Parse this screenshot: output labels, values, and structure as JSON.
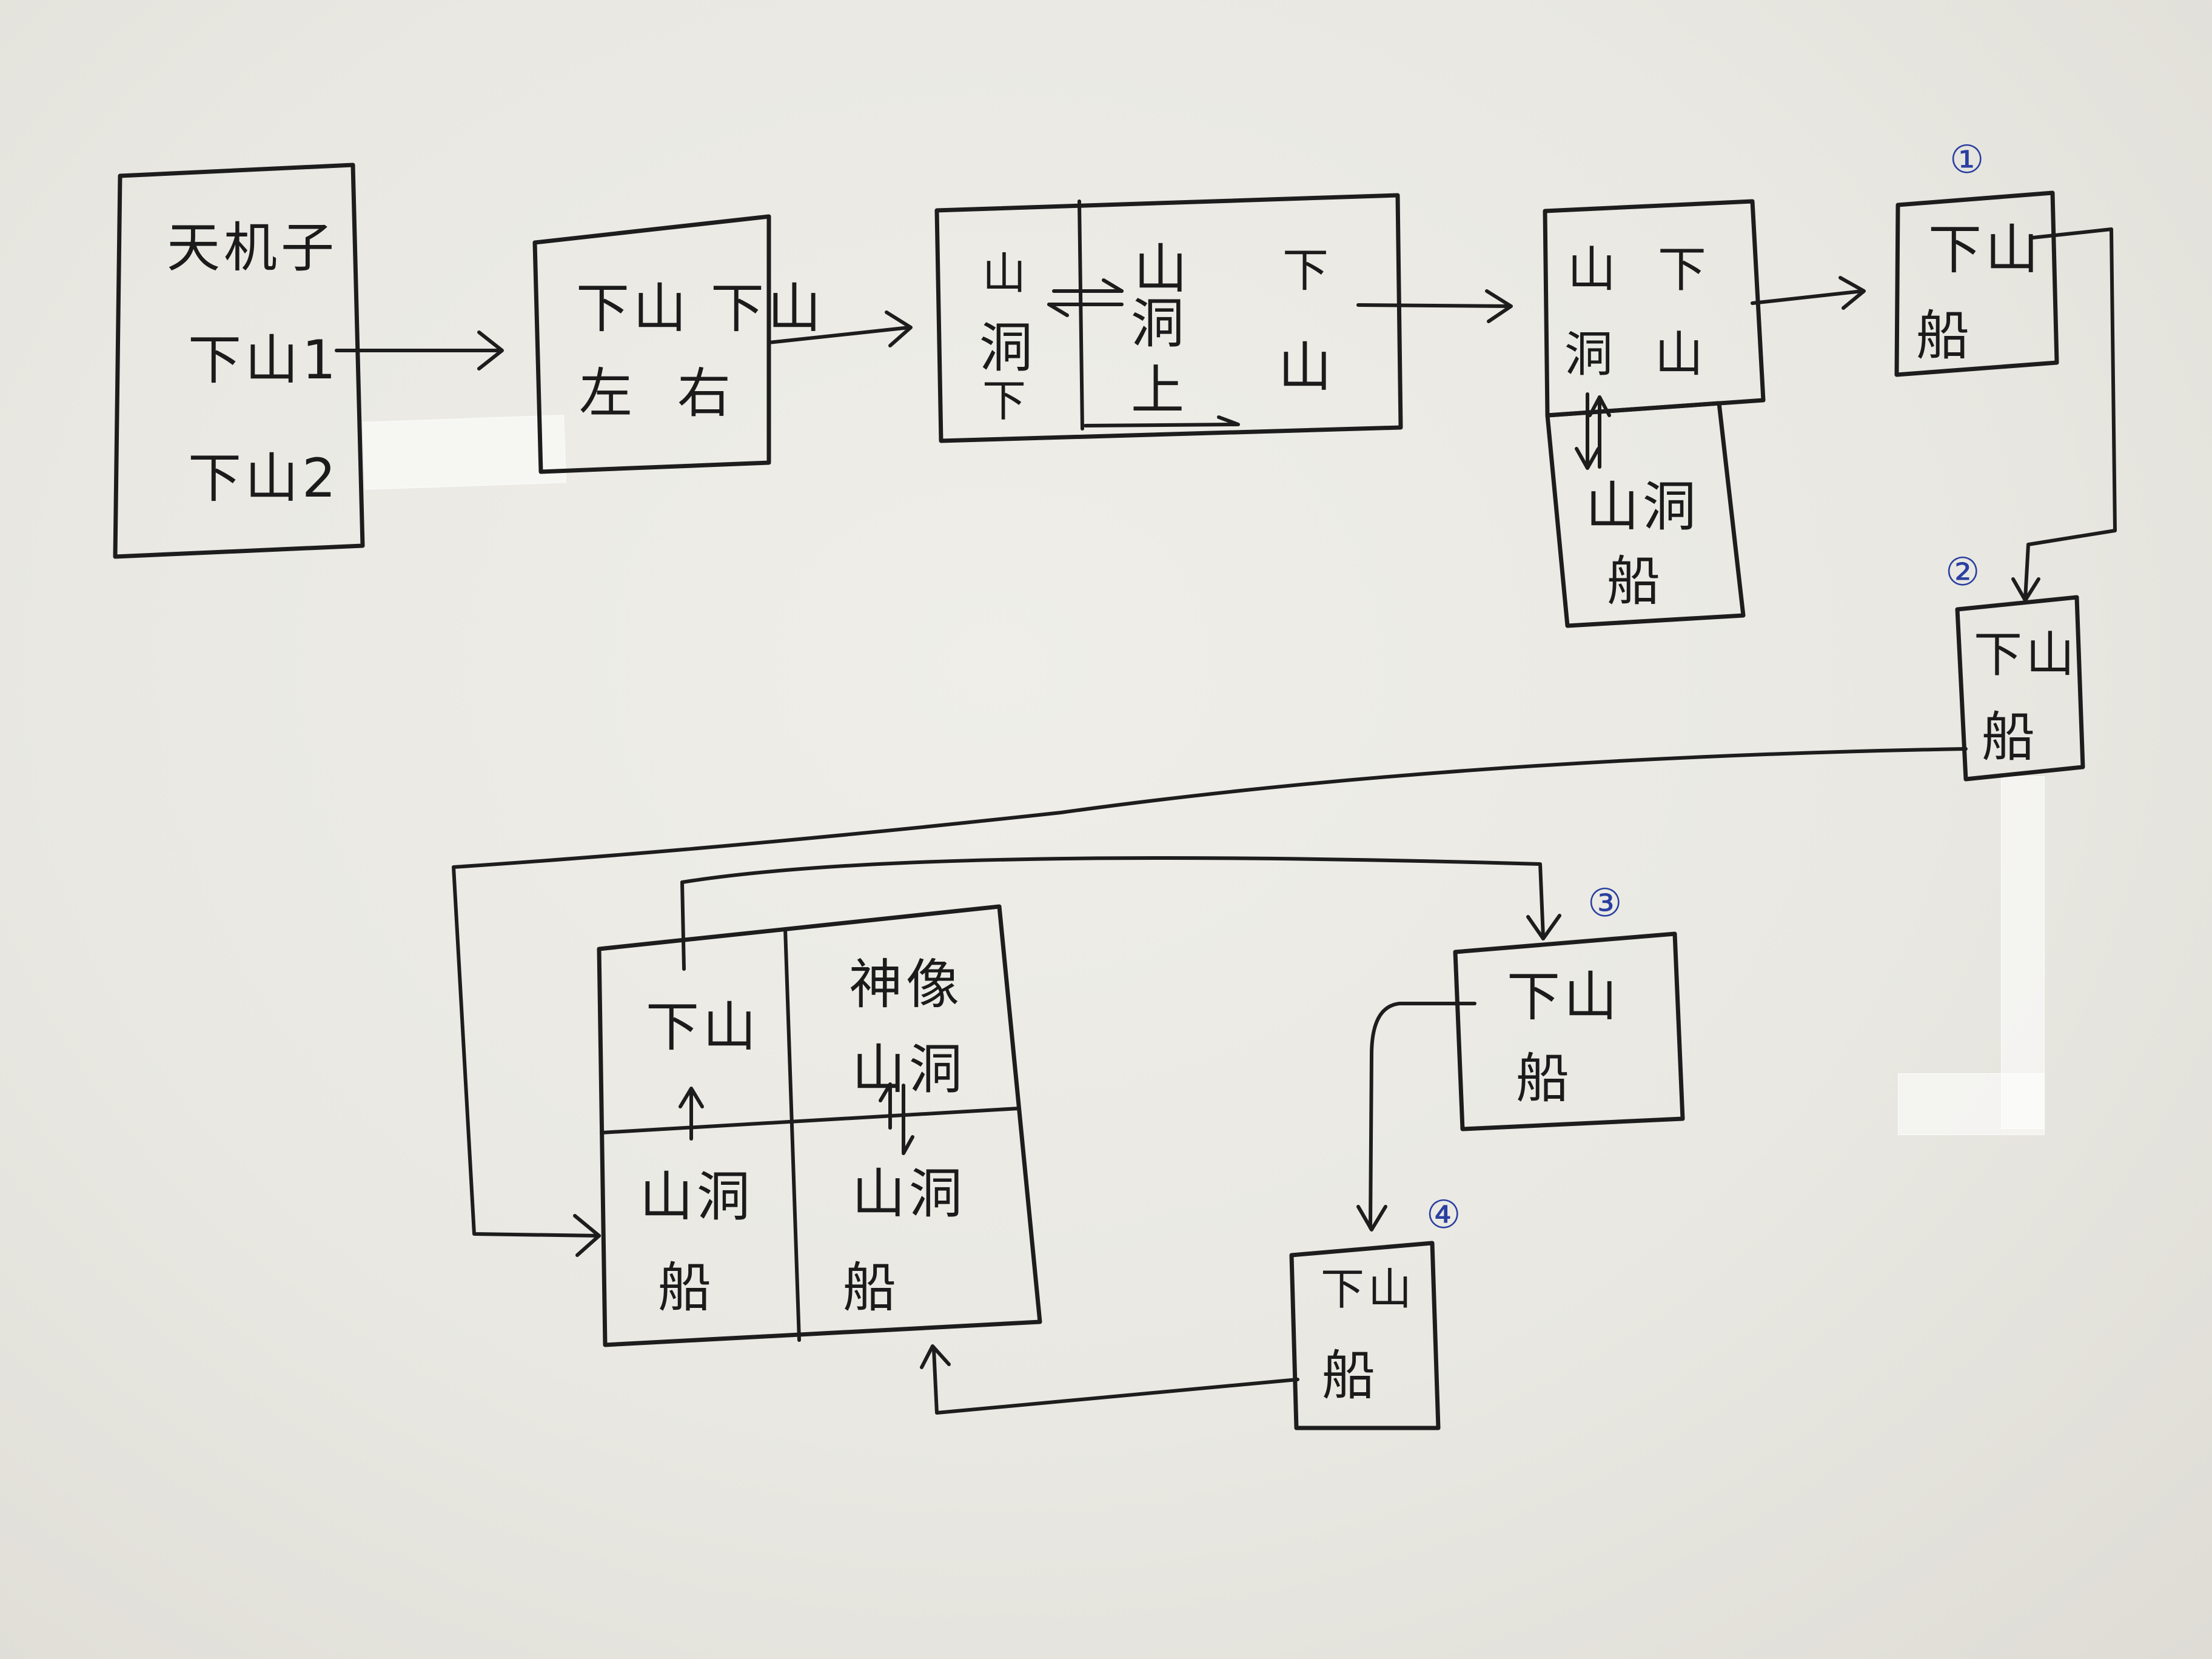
{
  "diagram": {
    "start_box": {
      "line1": "天机子",
      "line2": "下山1",
      "line3": "下山2"
    },
    "box_left_right": {
      "line1": "下山 下山",
      "line2": "左  右"
    },
    "box_cave_split": {
      "left": {
        "c1": "山",
        "c2": "洞",
        "c3": "下"
      },
      "middle": {
        "c1": "山",
        "c2": "洞",
        "c3": "上"
      },
      "right": {
        "c1": "下",
        "c2": "山"
      }
    },
    "box_cave_mountain": {
      "line1": "山  下",
      "line2": "洞  山"
    },
    "box_cave_boat_top": {
      "line1": "山洞",
      "line2": "船"
    },
    "step1": {
      "number": "①",
      "line1": "下山",
      "line2": "船"
    },
    "step2": {
      "number": "②",
      "line1": "下山",
      "line2": "船"
    },
    "step3": {
      "number": "③",
      "line1": "下山",
      "line2": "船"
    },
    "step4": {
      "number": "④",
      "line1": "下山",
      "line2": "船"
    },
    "grid": {
      "top_left": "下山",
      "top_right": {
        "line1": "神像",
        "line2": "山洞"
      },
      "bottom_left": {
        "line1": "山洞",
        "line2": "船"
      },
      "bottom_right": {
        "line1": "山洞",
        "line2": "船"
      }
    }
  }
}
